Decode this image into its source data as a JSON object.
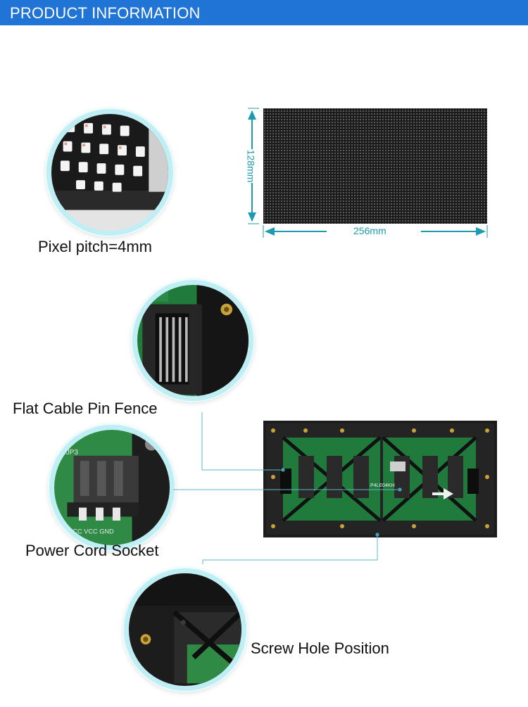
{
  "header": {
    "title": "PRODUCT INFORMATION"
  },
  "pixel_section": {
    "label": "Pixel pitch=4mm",
    "width_label": "256mm",
    "height_label": "128mm"
  },
  "features": {
    "flat_cable": "Flat  Cable  Pin  Fence",
    "power_socket": "Power Cord  Socket",
    "screw_hole": "Screw Hole Position"
  },
  "pcb_marks": {
    "socket_label": "JP3",
    "socket_pins": "VCC  VCC  GND",
    "board_code": "P4LE04KH"
  },
  "colors": {
    "header_bg": "#1f74d6",
    "accent_teal": "#1c9ab0",
    "circle_border": "#bfeff4",
    "pcb_green": "#1f7a3c"
  }
}
